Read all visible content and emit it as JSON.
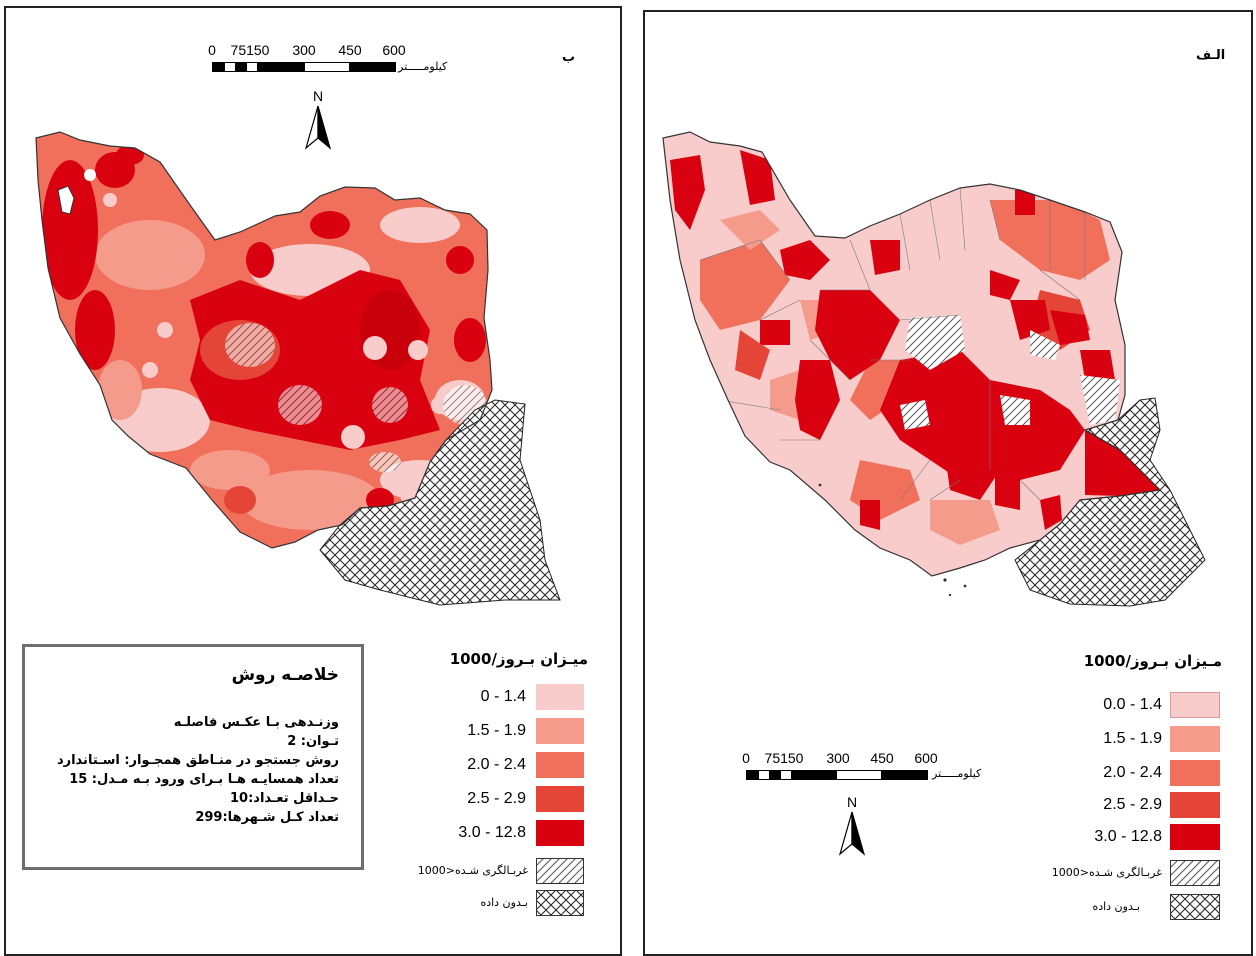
{
  "panels": {
    "b": {
      "label": "ب",
      "scalebar": {
        "ticks": [
          "0",
          "75150",
          "300",
          "450",
          "600"
        ],
        "unit": "کیلومـــــتر"
      },
      "north": "N",
      "legend": {
        "title": "میـزان بـروز/1000",
        "classes": [
          {
            "label": "0 - 1.4",
            "color": "#f9cccc"
          },
          {
            "label": "1.5 - 1.9",
            "color": "#f59b8c"
          },
          {
            "label": "2.0 - 2.4",
            "color": "#f0705c"
          },
          {
            "label": "2.5 - 2.9",
            "color": "#e54536"
          },
          {
            "label": "3.0 - 12.8",
            "color": "#d9000f"
          }
        ],
        "filtered_label": "غربـالگری شـده<1000",
        "nodata_label": "بـدون داده"
      },
      "summary": {
        "title": "خلاصـه روش",
        "lines": [
          "وزنـدهی بـا عکـس فاصلـه",
          "تـوان: 2",
          "روش جستجو در منـاطق همجـوار: اسـتاندارد",
          "تعداد همسایـه هـا بـرای ورود بـه مـدل: 15",
          "حـداقل تعـداد:10",
          "تعداد کـل شـهرها:299"
        ]
      }
    },
    "a": {
      "label": "الـف",
      "scalebar": {
        "ticks": [
          "0",
          "75150",
          "300",
          "450",
          "600"
        ],
        "unit": "کیلومـــــتر"
      },
      "north": "N",
      "legend": {
        "title": "مـیزان بـروز/1000",
        "classes": [
          {
            "label": "0.0 - 1.4",
            "color": "#f9cccc"
          },
          {
            "label": "1.5 - 1.9",
            "color": "#f59b8c"
          },
          {
            "label": "2.0 - 2.4",
            "color": "#f0705c"
          },
          {
            "label": "2.5 - 2.9",
            "color": "#e54536"
          },
          {
            "label": "3.0 - 12.8",
            "color": "#d9000f"
          }
        ],
        "filtered_label": "غربـالگری شـده<1000",
        "nodata_label": "بـدون داده"
      }
    }
  }
}
